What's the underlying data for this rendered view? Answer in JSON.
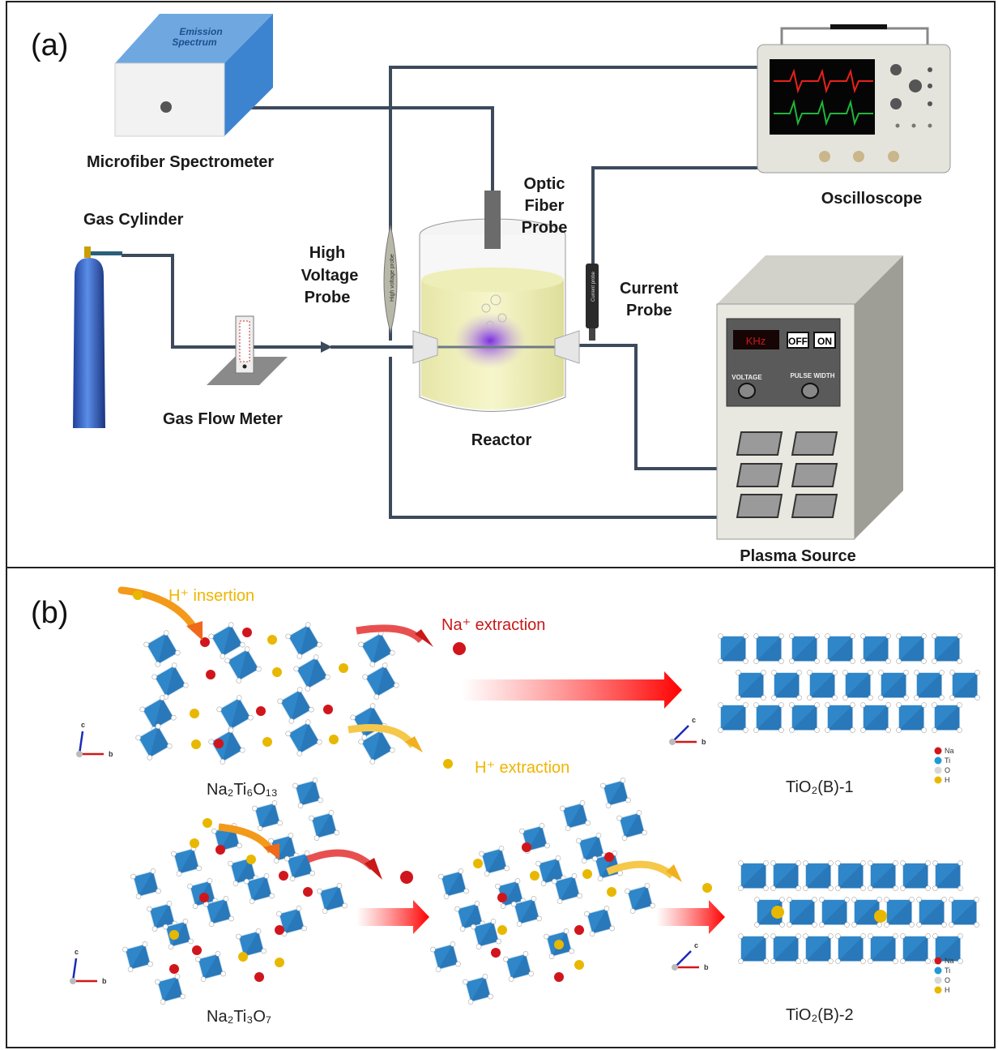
{
  "panel_a": {
    "label": "(a)",
    "spectrometer": {
      "label": "Microfiber Spectrometer",
      "box_text_1": "Emission",
      "box_text_2": "Spectrum"
    },
    "gas_cylinder": {
      "label": "Gas Cylinder"
    },
    "gas_flow_meter": {
      "label": "Gas Flow Meter"
    },
    "hv_probe": {
      "label_1": "High",
      "label_2": "Voltage",
      "label_3": "Probe",
      "body_text": "High voltage probe"
    },
    "optic_probe": {
      "label_1": "Optic",
      "label_2": "Fiber",
      "label_3": "Probe"
    },
    "reactor": {
      "label": "Reactor"
    },
    "current_probe": {
      "label_1": "Current",
      "label_2": "Probe",
      "body_text": "Current probe"
    },
    "oscilloscope": {
      "label": "Oscilloscope",
      "trace_colors": [
        "#e8211b",
        "#1fb53a"
      ]
    },
    "plasma_source": {
      "label": "Plasma Source",
      "display": "KHz",
      "off": "OFF",
      "on": "ON",
      "voltage": "VOLTAGE",
      "pulse_width": "PULSE WIDTH"
    }
  },
  "panel_b": {
    "label": "(b)",
    "h_insertion": "H⁺ insertion",
    "na_extraction": "Na⁺ extraction",
    "h_extraction": "H⁺ extraction",
    "na2ti6o13": "Na₂Ti₆O₁₃",
    "tio2b_1": "TiO₂(B)-1",
    "na2ti3o7": "Na₂Ti₃O₇",
    "tio2b_2": "TiO₂(B)-2",
    "axis_c": "c",
    "axis_b": "b",
    "legend": [
      {
        "label": "Na",
        "color": "#d0161c"
      },
      {
        "label": "Ti",
        "color": "#1e9ad6"
      },
      {
        "label": "O",
        "color": "#d8d8d8"
      },
      {
        "label": "H",
        "color": "#e8b800"
      }
    ],
    "octahedron_color": "#2f86c8"
  }
}
